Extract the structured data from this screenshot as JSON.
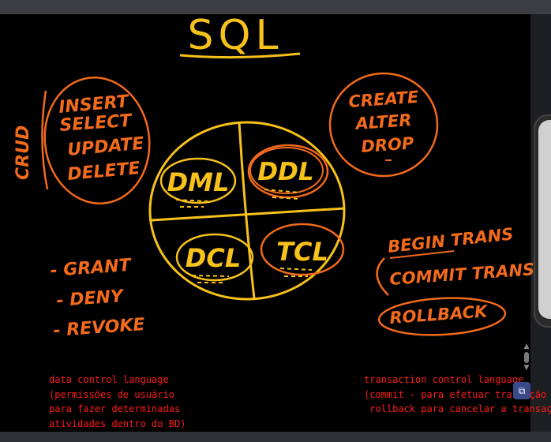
{
  "colors": {
    "orange": "#f26a1b",
    "yellow": "#f7c21a",
    "red_note": "#ff1a1a",
    "background": "#000000"
  },
  "board": {
    "title": "SQL",
    "quadrants": [
      "DML",
      "DDL",
      "DCL",
      "TCL"
    ],
    "crud_label": "CRUD",
    "dml_commands": [
      "INSERT",
      "SELECT",
      "UPDATE",
      "DELETE"
    ],
    "ddl_commands": [
      "CREATE",
      "ALTER",
      "DROP"
    ],
    "dcl_commands": [
      "- GRANT",
      "- DENY",
      "- REVOKE"
    ],
    "tcl_commands": [
      "BEGIN TRANS",
      "COMMIT TRANS",
      "ROLLBACK"
    ]
  },
  "notes": {
    "dcl": "data control language\n(permissões de usuário\npara fazer determinadas\natividades dentro do BD)",
    "tcl": "transaction control language\n(commit - para efetuar transação\n rollback para cancelar a transação"
  },
  "icons": {
    "scroll_up": "▲",
    "scroll_down": "▼",
    "fab": "⧉"
  }
}
